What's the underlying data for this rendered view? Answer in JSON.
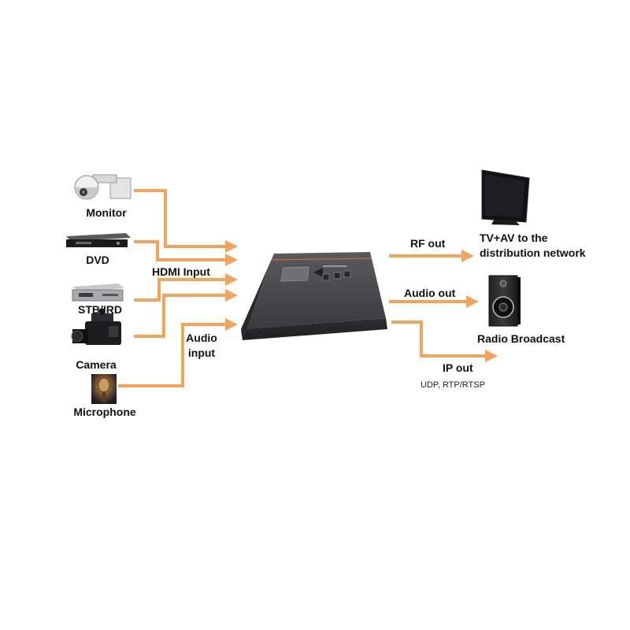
{
  "colors": {
    "arrow": "#f2a55a",
    "device_body": "#3a3a3d",
    "device_top": "#4a4a4e",
    "device_accent": "#c9702e",
    "panel": "#6e6e72"
  },
  "inputs": {
    "monitor": {
      "label": "Monitor",
      "icon": "ptz-camera-icon"
    },
    "dvd": {
      "label": "DVD",
      "icon": "dvd-player-icon"
    },
    "stb": {
      "label": "STB/IRD",
      "icon": "set-top-box-icon"
    },
    "camera": {
      "label": "Camera",
      "icon": "video-camera-icon"
    },
    "microphone": {
      "label": "Microphone",
      "icon": "microphone-icon"
    },
    "hdmi_label": "HDMI Input",
    "audio_label_line1": "Audio",
    "audio_label_line2": "input"
  },
  "device": {
    "icon": "encoder-modulator-device-icon"
  },
  "outputs": {
    "rf": {
      "label": "RF out"
    },
    "tv": {
      "line1": "TV+AV to the",
      "line2": "distribution network",
      "icon": "tv-icon"
    },
    "audio": {
      "label": "Audio out"
    },
    "radio": {
      "label": "Radio Broadcast",
      "icon": "speaker-icon"
    },
    "ip": {
      "label": "IP out",
      "sub": "UDP, RTP/RTSP"
    }
  }
}
